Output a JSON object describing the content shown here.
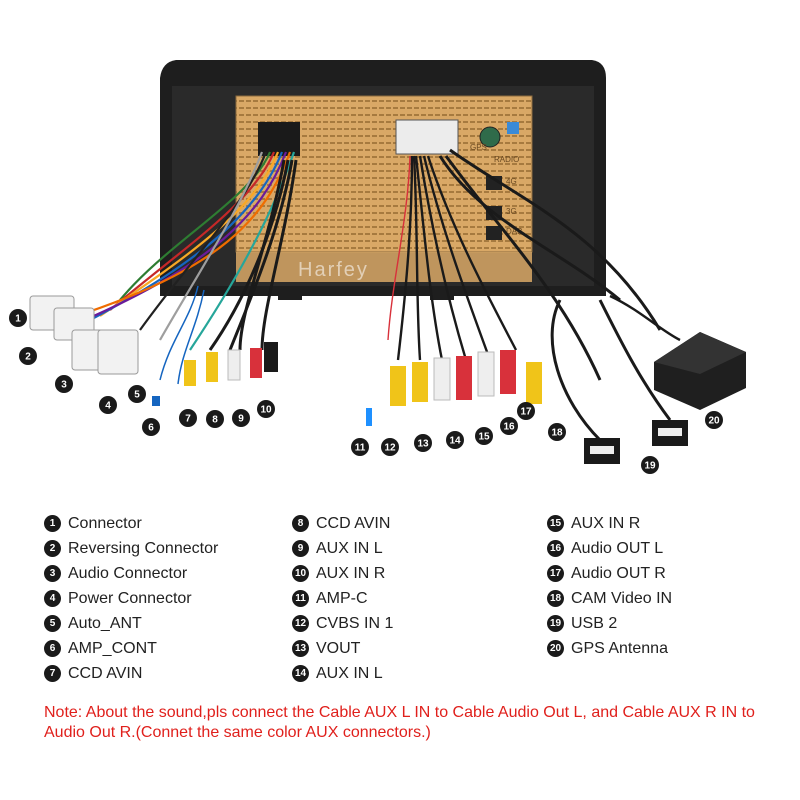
{
  "brand_text": "Harfey",
  "panel_labels": {
    "gps": "GPS",
    "radio": "RADIO",
    "port_4g": "4G",
    "port_3g": "3G",
    "port_dab": "DAB"
  },
  "callouts": [
    "1",
    "2",
    "3",
    "4",
    "5",
    "6",
    "7",
    "8",
    "9",
    "10",
    "11",
    "12",
    "13",
    "14",
    "15",
    "16",
    "17",
    "18",
    "19",
    "20"
  ],
  "legend": {
    "col1": [
      {
        "num": "1",
        "label": "Connector"
      },
      {
        "num": "2",
        "label": "Reversing Connector"
      },
      {
        "num": "3",
        "label": "Audio Connector"
      },
      {
        "num": "4",
        "label": "Power Connector"
      },
      {
        "num": "5",
        "label": "Auto_ANT"
      },
      {
        "num": "6",
        "label": "AMP_CONT"
      },
      {
        "num": "7",
        "label": "CCD AVIN"
      }
    ],
    "col2": [
      {
        "num": "8",
        "label": "CCD AVIN"
      },
      {
        "num": "9",
        "label": "AUX IN L"
      },
      {
        "num": "10",
        "label": "AUX IN R"
      },
      {
        "num": "11",
        "label": "AMP-C"
      },
      {
        "num": "12",
        "label": "CVBS IN 1"
      },
      {
        "num": "13",
        "label": "VOUT"
      },
      {
        "num": "14",
        "label": "AUX IN L"
      }
    ],
    "col3": [
      {
        "num": "15",
        "label": "AUX IN R"
      },
      {
        "num": "16",
        "label": "Audio OUT L"
      },
      {
        "num": "17",
        "label": "Audio OUT R"
      },
      {
        "num": "18",
        "label": "CAM Video IN"
      },
      {
        "num": "19",
        "label": "USB 2"
      },
      {
        "num": "20",
        "label": "GPS Antenna"
      }
    ]
  },
  "note": "Note: About the sound,pls connect the Cable AUX L IN to Cable Audio Out L, and Cable AUX R IN to Audio Out R.(Connet the same color AUX connectors.)",
  "colors": {
    "note": "#e0201c",
    "badge": "#1a1a1a",
    "panel": "#d9a866",
    "frame": "#1e1e1e",
    "rca_red": "#d8313b",
    "rca_yellow": "#f0c419",
    "rca_white": "#eeeeee"
  }
}
